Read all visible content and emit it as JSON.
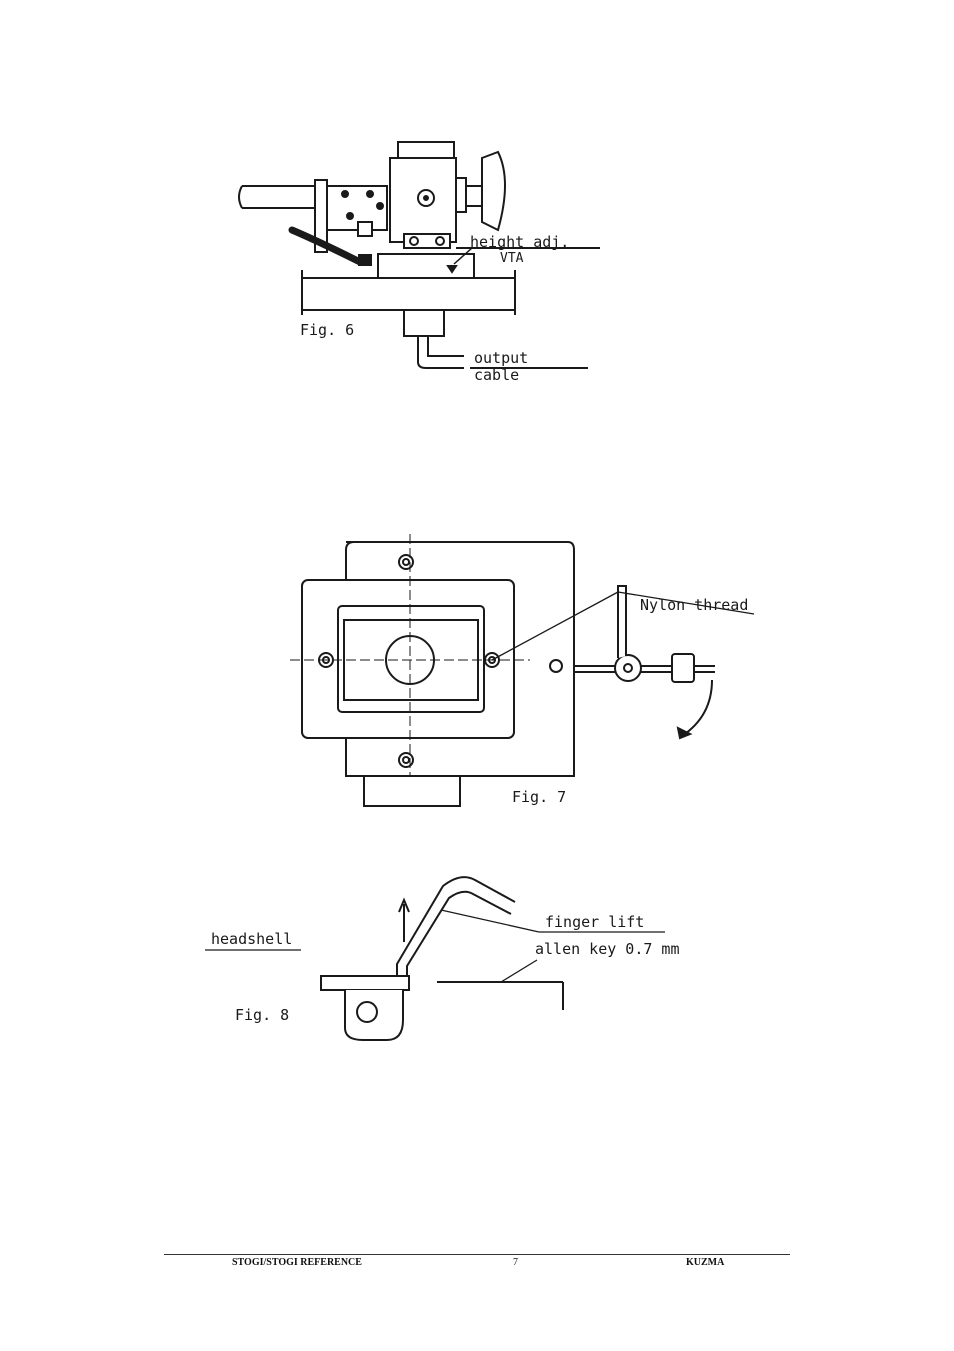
{
  "figures": {
    "fig6": {
      "caption": "Fig. 6",
      "label_height": "height adj.",
      "label_vta": "VTA",
      "label_output": "output",
      "label_cable": "cable"
    },
    "fig7": {
      "caption": "Fig. 7",
      "label_nylon": "Nylon thread"
    },
    "fig8": {
      "caption": "Fig. 8",
      "label_headshell": "headshell",
      "label_finger": "finger lift",
      "label_allen": "allen key 0.7 mm"
    }
  },
  "footer": {
    "left": "STOGI/STOGI REFERENCE",
    "page": "7",
    "right": "KUZMA"
  }
}
